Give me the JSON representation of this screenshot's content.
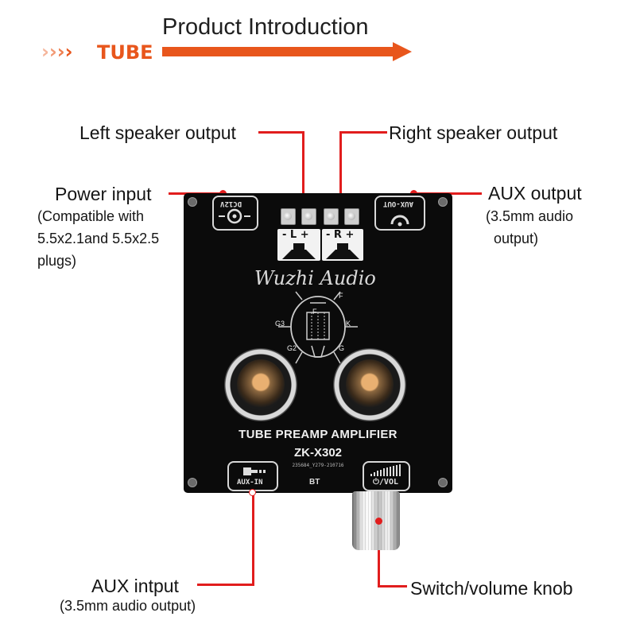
{
  "header": {
    "chevrons": "››››",
    "tube_label": "TUBE",
    "title": "Product Introduction"
  },
  "callouts": {
    "left_speaker": "Left speaker output",
    "right_speaker": "Right speaker output",
    "power_input": "Power input",
    "power_input_note": [
      "(Compatible with",
      "5.5x2.1and 5.5x2.5",
      "plugs)"
    ],
    "aux_output": "AUX output",
    "aux_output_note": [
      "(3.5mm audio",
      "output)"
    ],
    "aux_input": "AUX intput",
    "aux_input_note": "(3.5mm audio output)",
    "switch_knob": "Switch/volume knob"
  },
  "board": {
    "dc_label": "DC12V",
    "aux_out_label": "AUX-OUT",
    "left_channel_signs": "- L +",
    "right_channel_signs": "- R +",
    "brand": "Wuzhi Audio",
    "tube_pins": [
      "F",
      "F",
      "G3",
      "K",
      "G2",
      "G"
    ],
    "product_name": "TUBE PREAMP AMPLIFIER",
    "model": "ZK-X302",
    "serial": "235684_Y279-210716",
    "aux_in_label": "AUX-IN",
    "bt_label": "BT",
    "vol_label": "⏻/VOL"
  },
  "colors": {
    "accent": "#e8561c",
    "leader": "#e11d1d",
    "board": "#0b0b0b"
  }
}
